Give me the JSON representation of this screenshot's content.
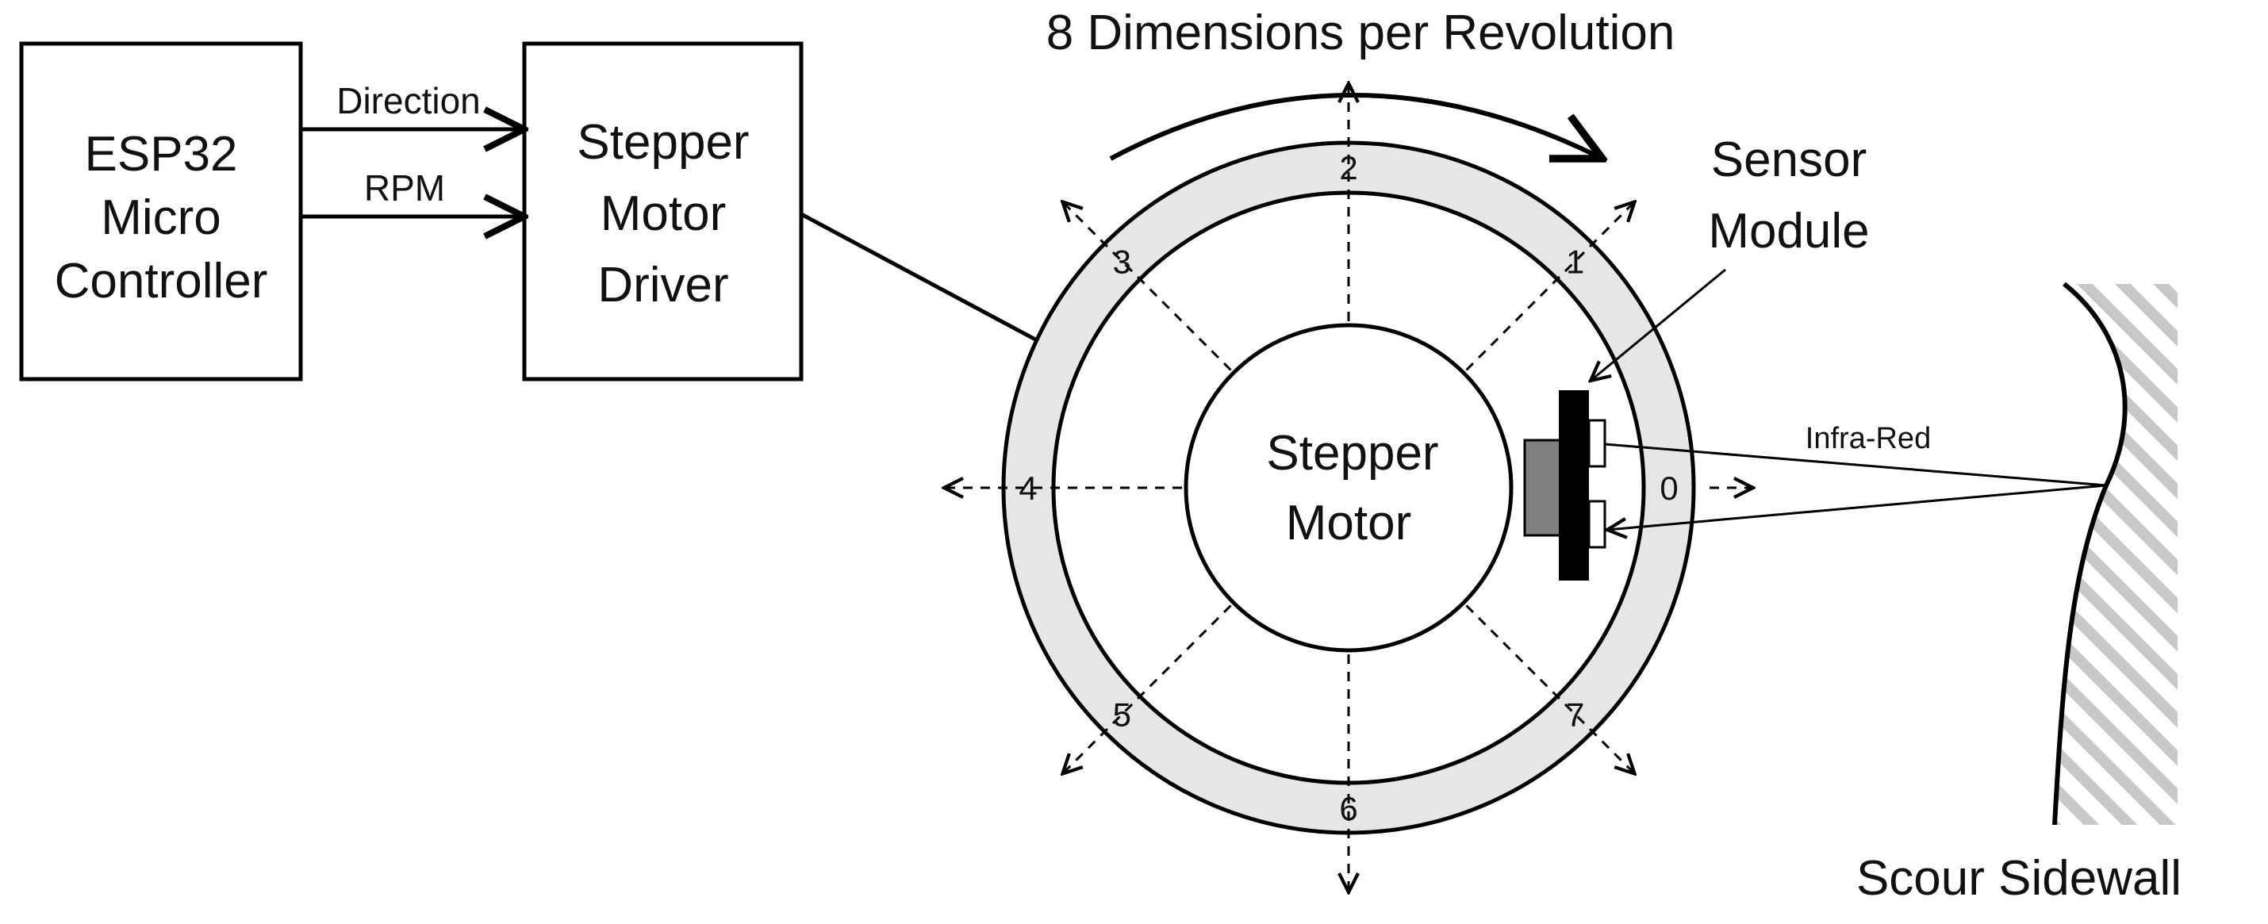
{
  "blocks": {
    "esp32": {
      "lines": [
        "ESP32",
        "Micro",
        "Controller"
      ]
    },
    "driver": {
      "lines": [
        "Stepper",
        "Motor",
        "Driver"
      ]
    }
  },
  "signals": {
    "direction": "Direction",
    "rpm": "RPM"
  },
  "rotation_label": "8 Dimensions per Revolution",
  "motor": {
    "lines": [
      "Stepper",
      "Motor"
    ]
  },
  "sensor": {
    "lines": [
      "Sensor",
      "Module"
    ]
  },
  "beam_label": "Infra-Red",
  "wall_label": "Scour Sidewall",
  "directions": [
    "0",
    "1",
    "2",
    "3",
    "4",
    "5",
    "6",
    "7"
  ],
  "colors": {
    "ring_fill": "#e6e6e6",
    "hatch": "#c8c8c8",
    "sensor_body": "#808080",
    "stroke": "#000000"
  }
}
